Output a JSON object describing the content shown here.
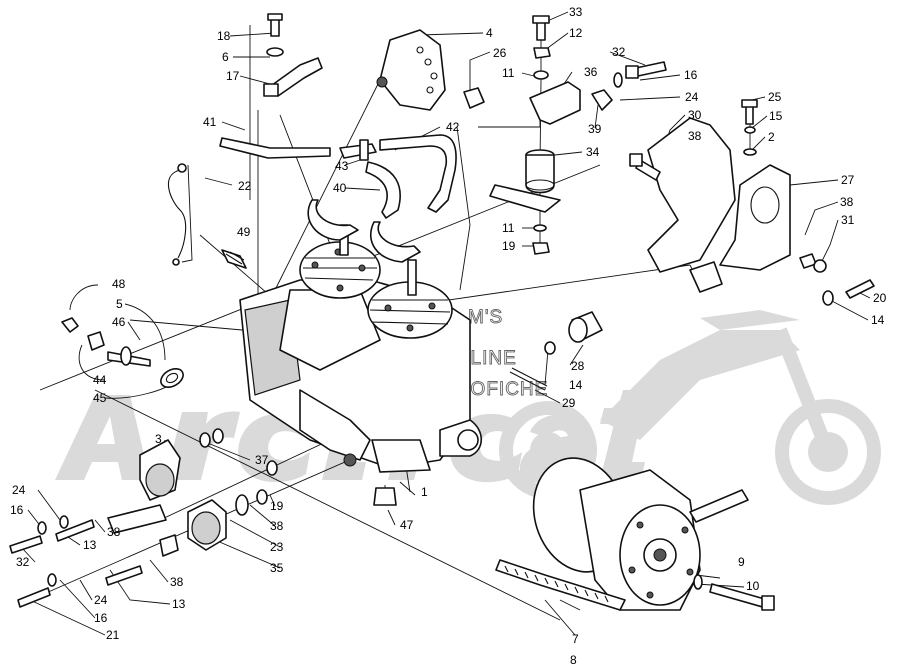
{
  "watermark": {
    "line1": "M'S",
    "line2": "ONLINE",
    "line3": "MICROFICHE",
    "brand": "ArcticCat"
  },
  "callouts": [
    {
      "label": "18"
    },
    {
      "label": "6"
    },
    {
      "label": "17"
    },
    {
      "label": "41"
    },
    {
      "label": "22"
    },
    {
      "label": "49"
    },
    {
      "label": "48"
    },
    {
      "label": "5"
    },
    {
      "label": "46"
    },
    {
      "label": "44"
    },
    {
      "label": "45"
    },
    {
      "label": "4"
    },
    {
      "label": "26"
    },
    {
      "label": "42"
    },
    {
      "label": "43"
    },
    {
      "label": "40"
    },
    {
      "label": "33"
    },
    {
      "label": "12"
    },
    {
      "label": "32"
    },
    {
      "label": "16"
    },
    {
      "label": "11"
    },
    {
      "label": "36"
    },
    {
      "label": "24"
    },
    {
      "label": "39"
    },
    {
      "label": "34"
    },
    {
      "label": "11"
    },
    {
      "label": "19"
    },
    {
      "label": "25"
    },
    {
      "label": "15"
    },
    {
      "label": "30"
    },
    {
      "label": "38"
    },
    {
      "label": "2"
    },
    {
      "label": "27"
    },
    {
      "label": "38"
    },
    {
      "label": "31"
    },
    {
      "label": "20"
    },
    {
      "label": "14"
    },
    {
      "label": "28"
    },
    {
      "label": "14"
    },
    {
      "label": "29"
    },
    {
      "label": "3"
    },
    {
      "label": "37"
    },
    {
      "label": "1"
    },
    {
      "label": "47"
    },
    {
      "label": "24"
    },
    {
      "label": "16"
    },
    {
      "label": "13"
    },
    {
      "label": "38"
    },
    {
      "label": "19"
    },
    {
      "label": "38"
    },
    {
      "label": "23"
    },
    {
      "label": "35"
    },
    {
      "label": "32"
    },
    {
      "label": "38"
    },
    {
      "label": "24"
    },
    {
      "label": "13"
    },
    {
      "label": "16"
    },
    {
      "label": "21"
    },
    {
      "label": "9"
    },
    {
      "label": "10"
    },
    {
      "label": "7"
    },
    {
      "label": "8"
    }
  ]
}
